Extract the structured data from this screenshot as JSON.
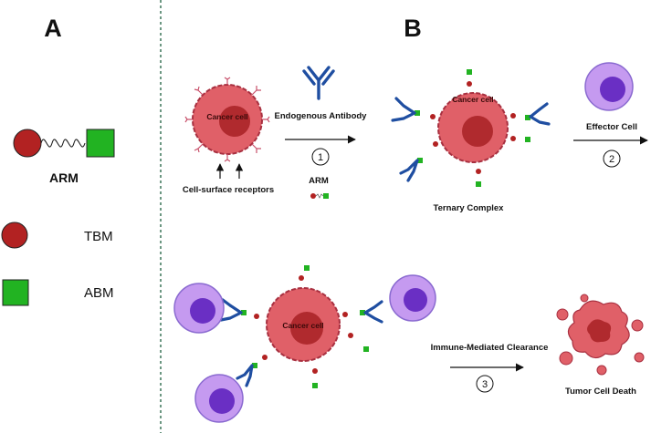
{
  "panels": {
    "a": "A",
    "b": "B"
  },
  "legend": {
    "arm": "ARM",
    "tbm": "TBM",
    "abm": "ABM"
  },
  "cells": {
    "cancer_cell": "Cancer cell"
  },
  "labels": {
    "endogenous_antibody": "Endogenous Antibody",
    "arm_small": "ARM",
    "cell_surface_receptors": "Cell-surface receptors",
    "ternary_complex": "Ternary Complex",
    "effector_cell": "Effector Cell",
    "immune_mediated_clearance": "Immune-Mediated Clearance",
    "tumor_cell_death": "Tumor Cell Death"
  },
  "steps": {
    "one": "1",
    "two": "2",
    "three": "3"
  },
  "colors": {
    "tbm": "#b22222",
    "abm": "#22b322",
    "antibody": "#1f4ea1",
    "cancer_cell": "#e06068",
    "cancer_nucleus": "#b02a2e",
    "effector_cell": "#c59af0",
    "effector_nucleus": "#6a2fc4",
    "divider": "#2e6b4e"
  }
}
